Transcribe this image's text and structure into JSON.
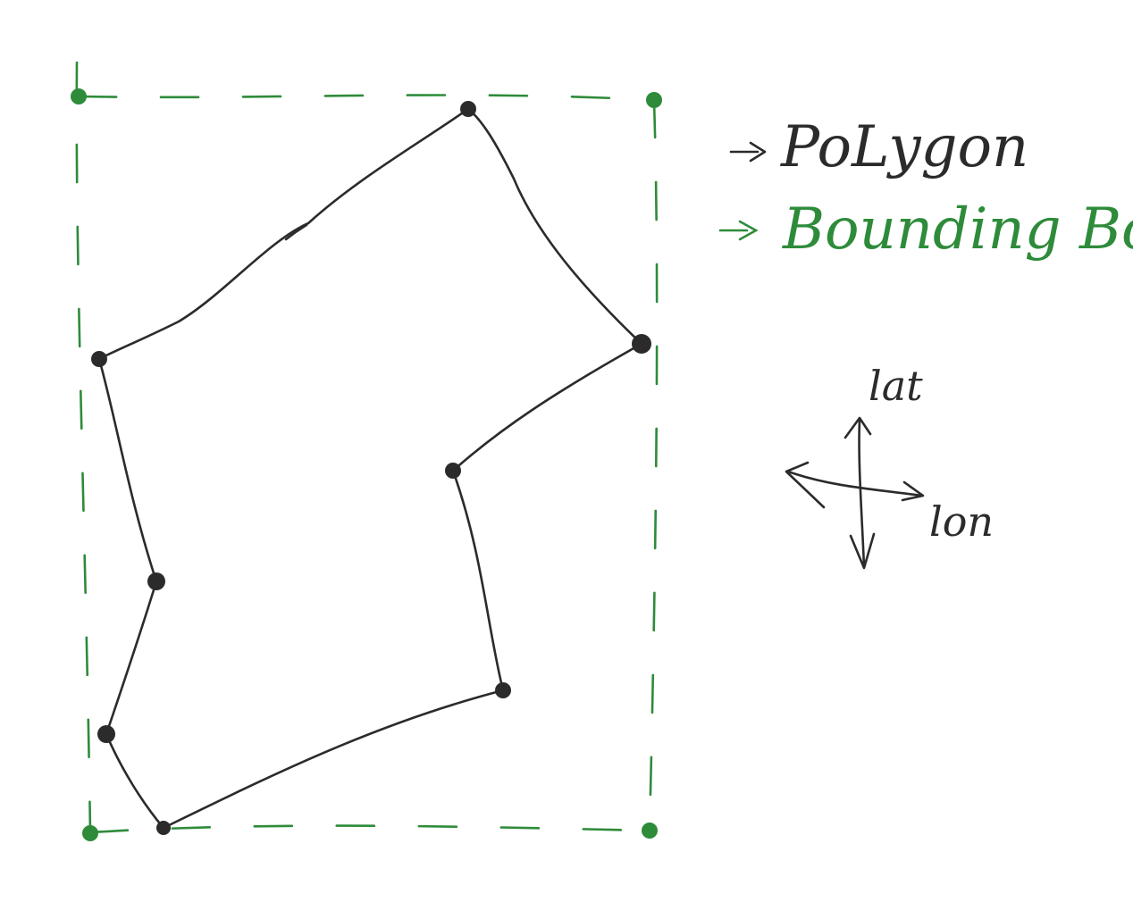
{
  "colors": {
    "polygon": "#2b2b2b",
    "bounding_box": "#2e8b3a",
    "background": "#ffffff"
  },
  "legend": {
    "polygon_label": "PoLygon",
    "bounding_box_label": "Bounding Box"
  },
  "axes": {
    "lat_label": "lat",
    "lon_label": "lon"
  }
}
